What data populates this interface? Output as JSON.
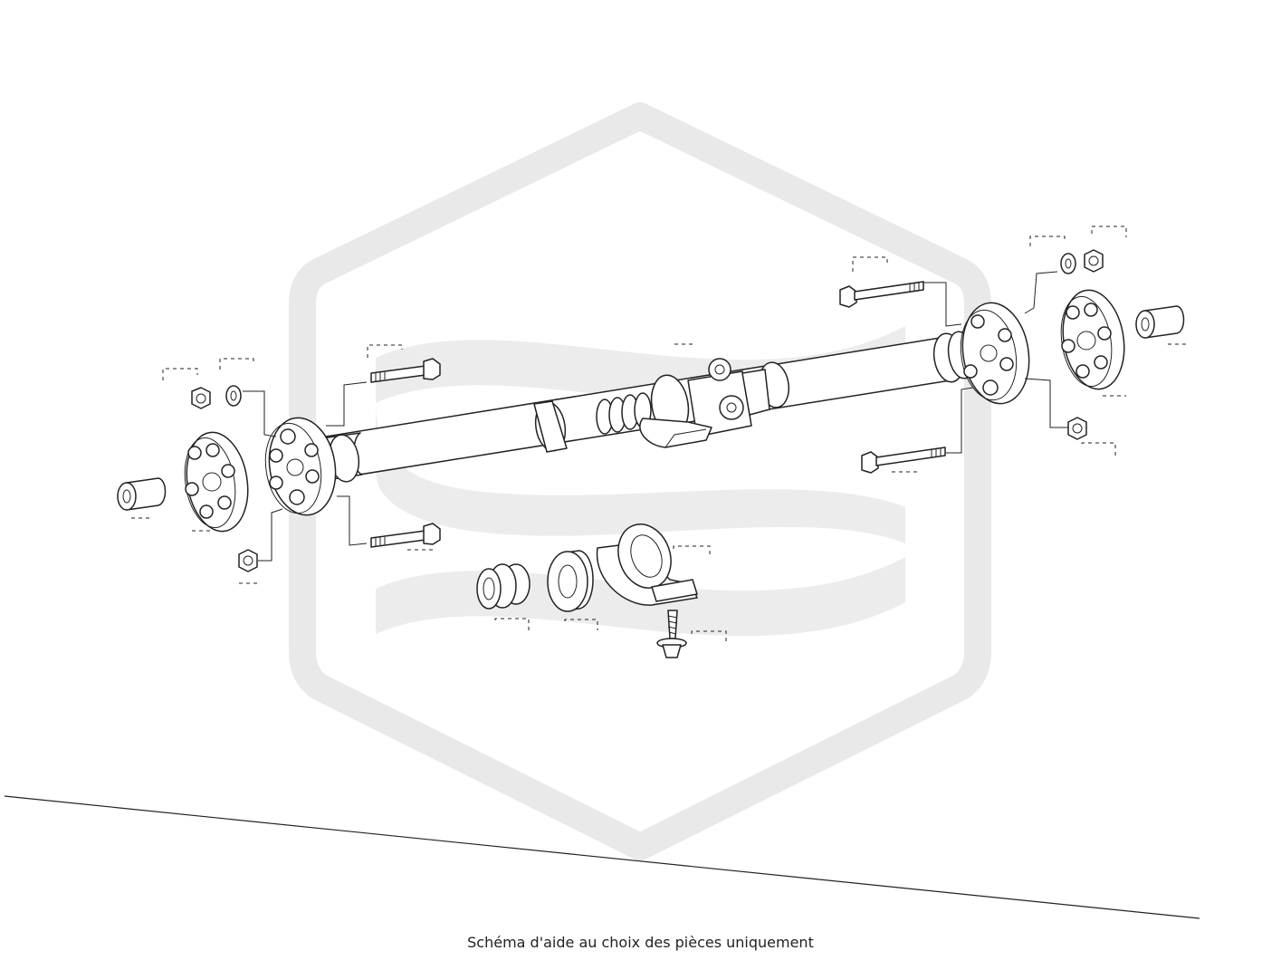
{
  "caption": "Schéma d'aide au choix des pièces uniquement",
  "colors": {
    "watermark": "#e9e9e9",
    "line_art": "#222222",
    "background": "#ffffff"
  },
  "parts": [
    "flexible-disc-left",
    "flexible-disc-right",
    "centre-bearing",
    "rubber-bellow",
    "ball-bearing",
    "bolt",
    "nut",
    "washer",
    "bushing",
    "universal-joint",
    "propeller-shaft"
  ]
}
